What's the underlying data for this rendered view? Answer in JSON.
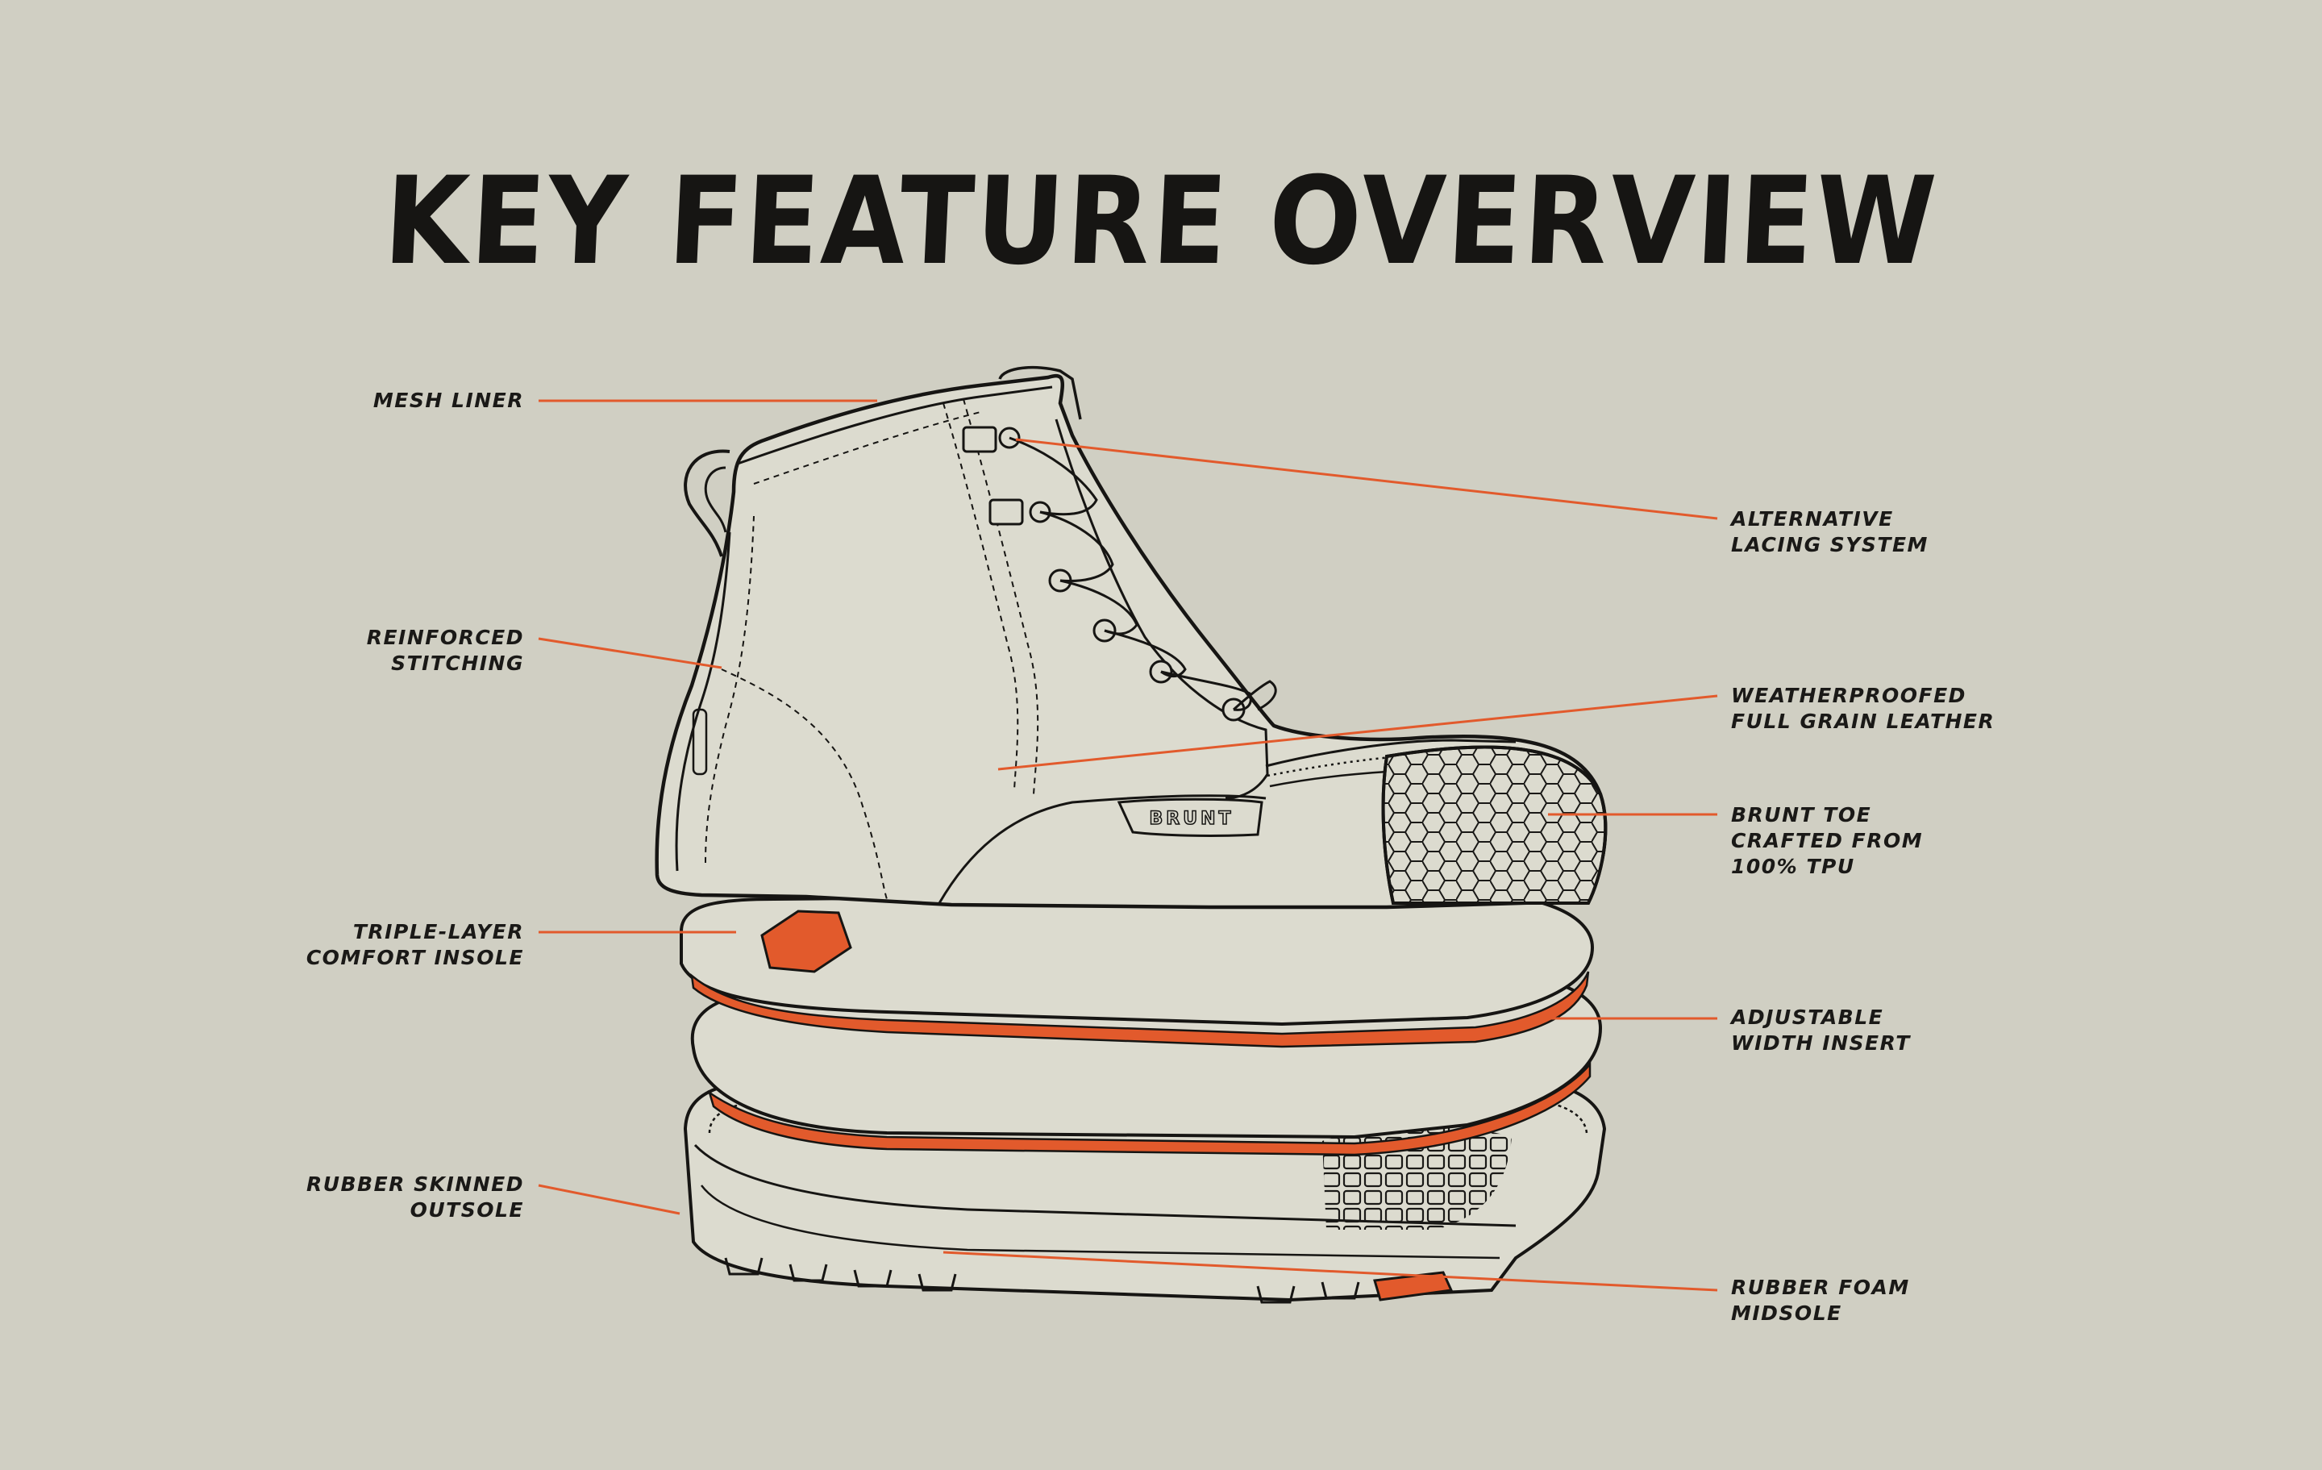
{
  "title": "KEY FEATURE OVERVIEW",
  "colors": {
    "background": "#d0cfc3",
    "ink": "#161513",
    "accent": "#e25a2c",
    "boot_fill": "#dcdbcf"
  },
  "brand_mark": "BRUNT",
  "callouts": {
    "mesh_liner": [
      "MESH LINER"
    ],
    "reinforced_stitching": [
      "REINFORCED",
      "STITCHING"
    ],
    "triple_layer_insole": [
      "TRIPLE-LAYER",
      "COMFORT INSOLE"
    ],
    "rubber_skinned_outsole": [
      "RUBBER SKINNED",
      "OUTSOLE"
    ],
    "alternative_lacing": [
      "ALTERNATIVE",
      "LACING SYSTEM"
    ],
    "weatherproofed_leather": [
      "WEATHERPROOFED",
      "FULL GRAIN LEATHER"
    ],
    "brunt_toe": [
      "BRUNT TOE",
      "CRAFTED FROM",
      "100% TPU"
    ],
    "adjustable_width": [
      "ADJUSTABLE",
      "WIDTH INSERT"
    ],
    "rubber_foam_midsole": [
      "RUBBER FOAM",
      "MIDSOLE"
    ]
  }
}
